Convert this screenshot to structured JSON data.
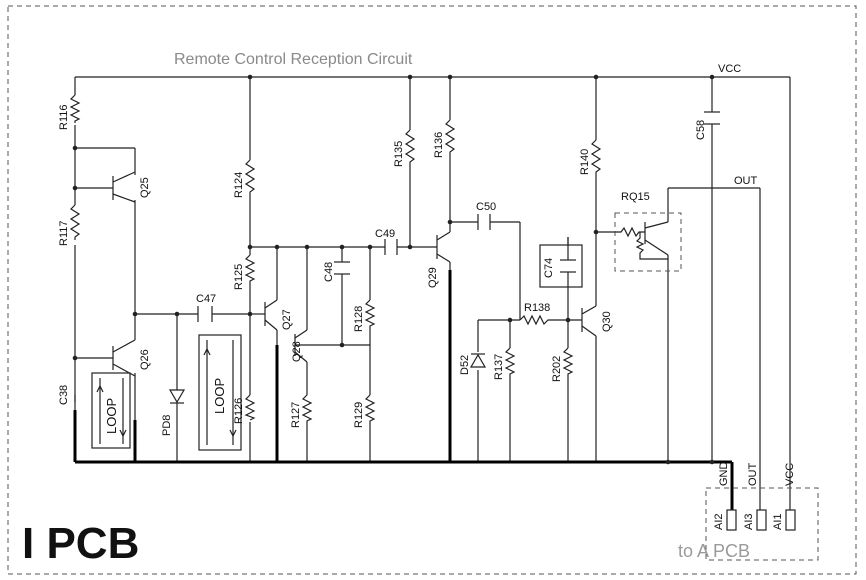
{
  "title": "Remote Control Reception Circuit",
  "board_label": "I PCB",
  "connector_label": "to A PCB",
  "nets": {
    "vcc_top": "VCC",
    "out": "OUT"
  },
  "connector": {
    "pins": [
      {
        "pin": "AI2",
        "signal": "GND"
      },
      {
        "pin": "AI3",
        "signal": "OUT"
      },
      {
        "pin": "AI1",
        "signal": "VCC"
      }
    ]
  },
  "components": [
    {
      "ref": "R116",
      "type": "resistor"
    },
    {
      "ref": "Q25",
      "type": "transistor"
    },
    {
      "ref": "R117",
      "type": "resistor"
    },
    {
      "ref": "Q26",
      "type": "transistor"
    },
    {
      "ref": "C38",
      "type": "capacitor"
    },
    {
      "ref": "LOOP",
      "type": "loop"
    },
    {
      "ref": "PD8",
      "type": "photodiode"
    },
    {
      "ref": "C47",
      "type": "capacitor"
    },
    {
      "ref": "LOOP",
      "type": "loop"
    },
    {
      "ref": "R124",
      "type": "resistor"
    },
    {
      "ref": "R125",
      "type": "resistor"
    },
    {
      "ref": "R126",
      "type": "resistor"
    },
    {
      "ref": "Q27",
      "type": "transistor"
    },
    {
      "ref": "C48",
      "type": "capacitor"
    },
    {
      "ref": "Q28",
      "type": "transistor"
    },
    {
      "ref": "R127",
      "type": "resistor"
    },
    {
      "ref": "R128",
      "type": "resistor"
    },
    {
      "ref": "R129",
      "type": "resistor"
    },
    {
      "ref": "C49",
      "type": "capacitor"
    },
    {
      "ref": "R135",
      "type": "resistor"
    },
    {
      "ref": "R136",
      "type": "resistor"
    },
    {
      "ref": "Q29",
      "type": "transistor"
    },
    {
      "ref": "C50",
      "type": "capacitor"
    },
    {
      "ref": "D52",
      "type": "diode"
    },
    {
      "ref": "R137",
      "type": "resistor"
    },
    {
      "ref": "R138",
      "type": "resistor"
    },
    {
      "ref": "C74",
      "type": "capacitor"
    },
    {
      "ref": "R202",
      "type": "resistor"
    },
    {
      "ref": "R140",
      "type": "resistor"
    },
    {
      "ref": "Q30",
      "type": "transistor"
    },
    {
      "ref": "RQ15",
      "type": "transistor"
    },
    {
      "ref": "C58",
      "type": "capacitor"
    }
  ]
}
